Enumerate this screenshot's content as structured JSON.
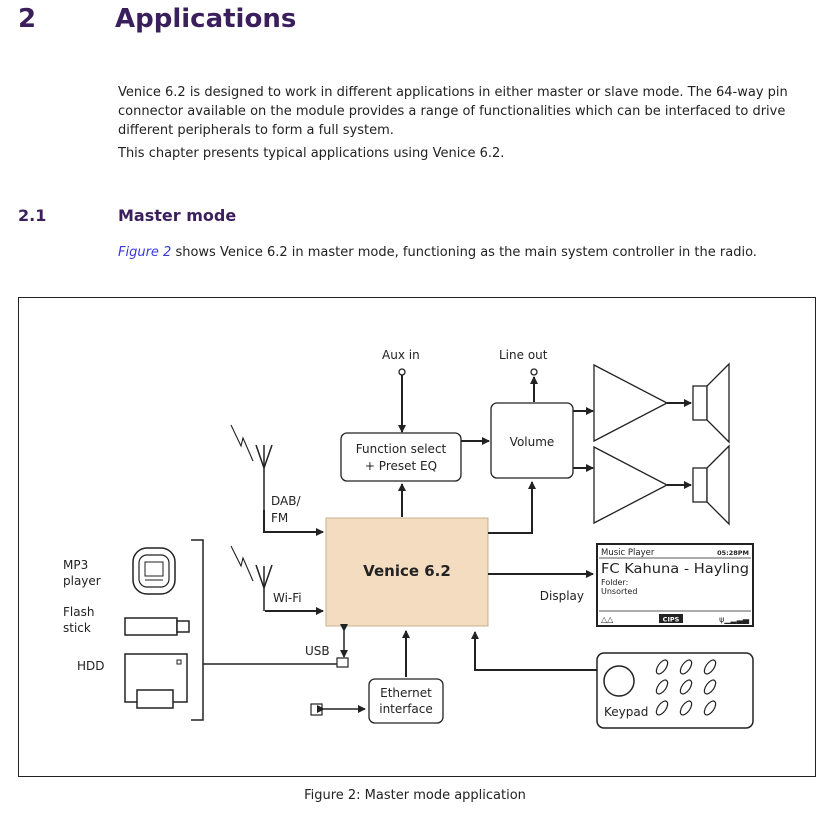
{
  "section": {
    "number": "2",
    "title": "Applications"
  },
  "intro": {
    "paragraph1": "Venice 6.2 is designed to work in different applications in either master or slave mode. The 64-way pin connector available on the module provides a range of functionalities which can be interfaced to drive different peripherals to form a full system.",
    "paragraph2": "This chapter presents typical applications using Venice 6.2."
  },
  "subsection": {
    "number": "2.1",
    "title": "Master mode"
  },
  "master_text": {
    "figure_ref": "Figure 2",
    "rest": " shows Venice 6.2 in master mode, functioning as the main system controller in the radio."
  },
  "diagram": {
    "aux_in": "Aux in",
    "line_out": "Line out",
    "function_select_1": "Function select",
    "function_select_2": "+ Preset EQ",
    "volume": "Volume",
    "dab_fm_1": "DAB/",
    "dab_fm_2": "FM",
    "wifi": "Wi-Fi",
    "venice": "Venice 6.2",
    "display": "Display",
    "mp3_1": "MP3",
    "mp3_2": "player",
    "flash_1": "Flash",
    "flash_2": "stick",
    "hdd": "HDD",
    "usb": "USB",
    "ethernet_1": "Ethernet",
    "ethernet_2": "interface",
    "keypad": "Keypad",
    "lcd_title": "Music Player",
    "lcd_time": "05:28PM",
    "lcd_main": "FC Kahuna - Hayling",
    "lcd_line2": "Folder:",
    "lcd_line3": "Unsorted",
    "lcd_badge": "CIPS",
    "colors": {
      "venice_fill": "#f3dcc0",
      "heading": "#3a1f5c",
      "link": "#3a3adc"
    }
  },
  "caption": "Figure 2: Master mode application"
}
